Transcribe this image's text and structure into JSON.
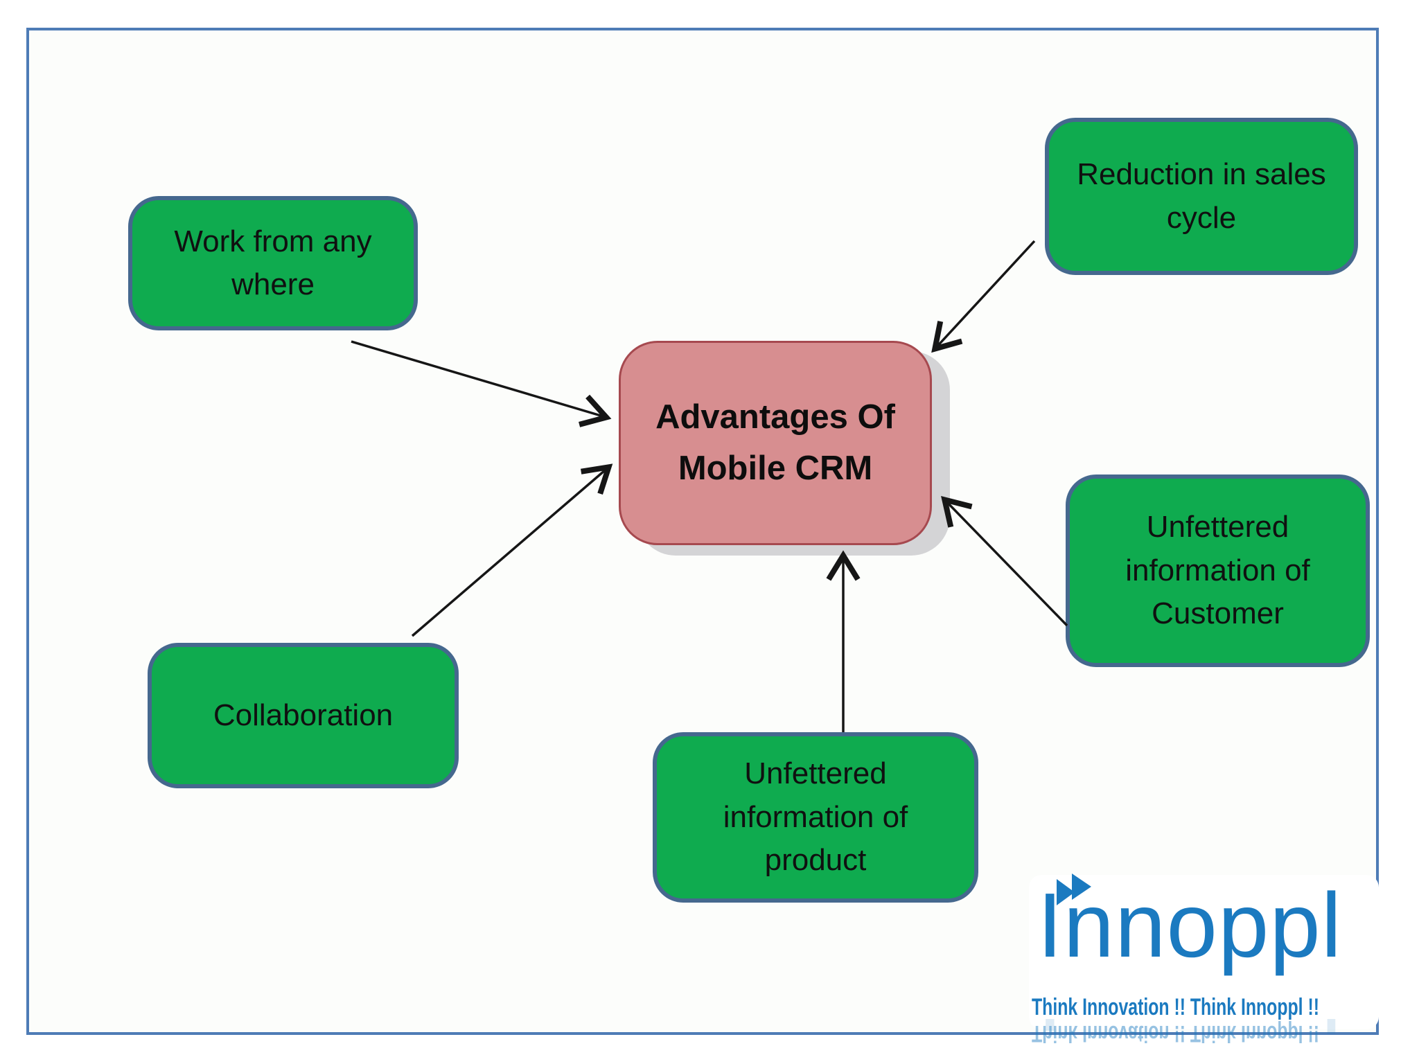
{
  "diagram": {
    "center": {
      "id": "advantages-mobile-crm",
      "lines": [
        "Advantages Of",
        "Mobile CRM"
      ],
      "full_label": "Advantages Of Mobile CRM"
    },
    "nodes": [
      {
        "id": "work-from-anywhere",
        "label": "Work from any where"
      },
      {
        "id": "reduction-sales-cycle",
        "label": "Reduction in sales cycle"
      },
      {
        "id": "unfettered-customer",
        "label": "Unfettered information of Customer"
      },
      {
        "id": "collaboration",
        "label": "Collaboration"
      },
      {
        "id": "unfettered-product",
        "label": "Unfettered information of product"
      }
    ],
    "edges": [
      {
        "from": "work-from-anywhere",
        "to": "advantages-mobile-crm"
      },
      {
        "from": "collaboration",
        "to": "advantages-mobile-crm"
      },
      {
        "from": "reduction-sales-cycle",
        "to": "advantages-mobile-crm"
      },
      {
        "from": "unfettered-customer",
        "to": "advantages-mobile-crm"
      },
      {
        "from": "unfettered-product",
        "to": "advantages-mobile-crm"
      }
    ]
  },
  "logo": {
    "brand": "Innoppl",
    "tagline": "Think Innovation !! Think Innoppl !!",
    "icon": "fast-forward-icon"
  },
  "colors": {
    "node_green": "#0FAB4F",
    "node_green_border": "#45688E",
    "center_pink": "#D78E90",
    "center_pink_border": "#A6494F",
    "center_shadow": "#D4D4D6",
    "frame_border": "#4E7CB6",
    "arrow": "#161616",
    "logo_blue": "#1B7AC0",
    "text": "#141414"
  }
}
